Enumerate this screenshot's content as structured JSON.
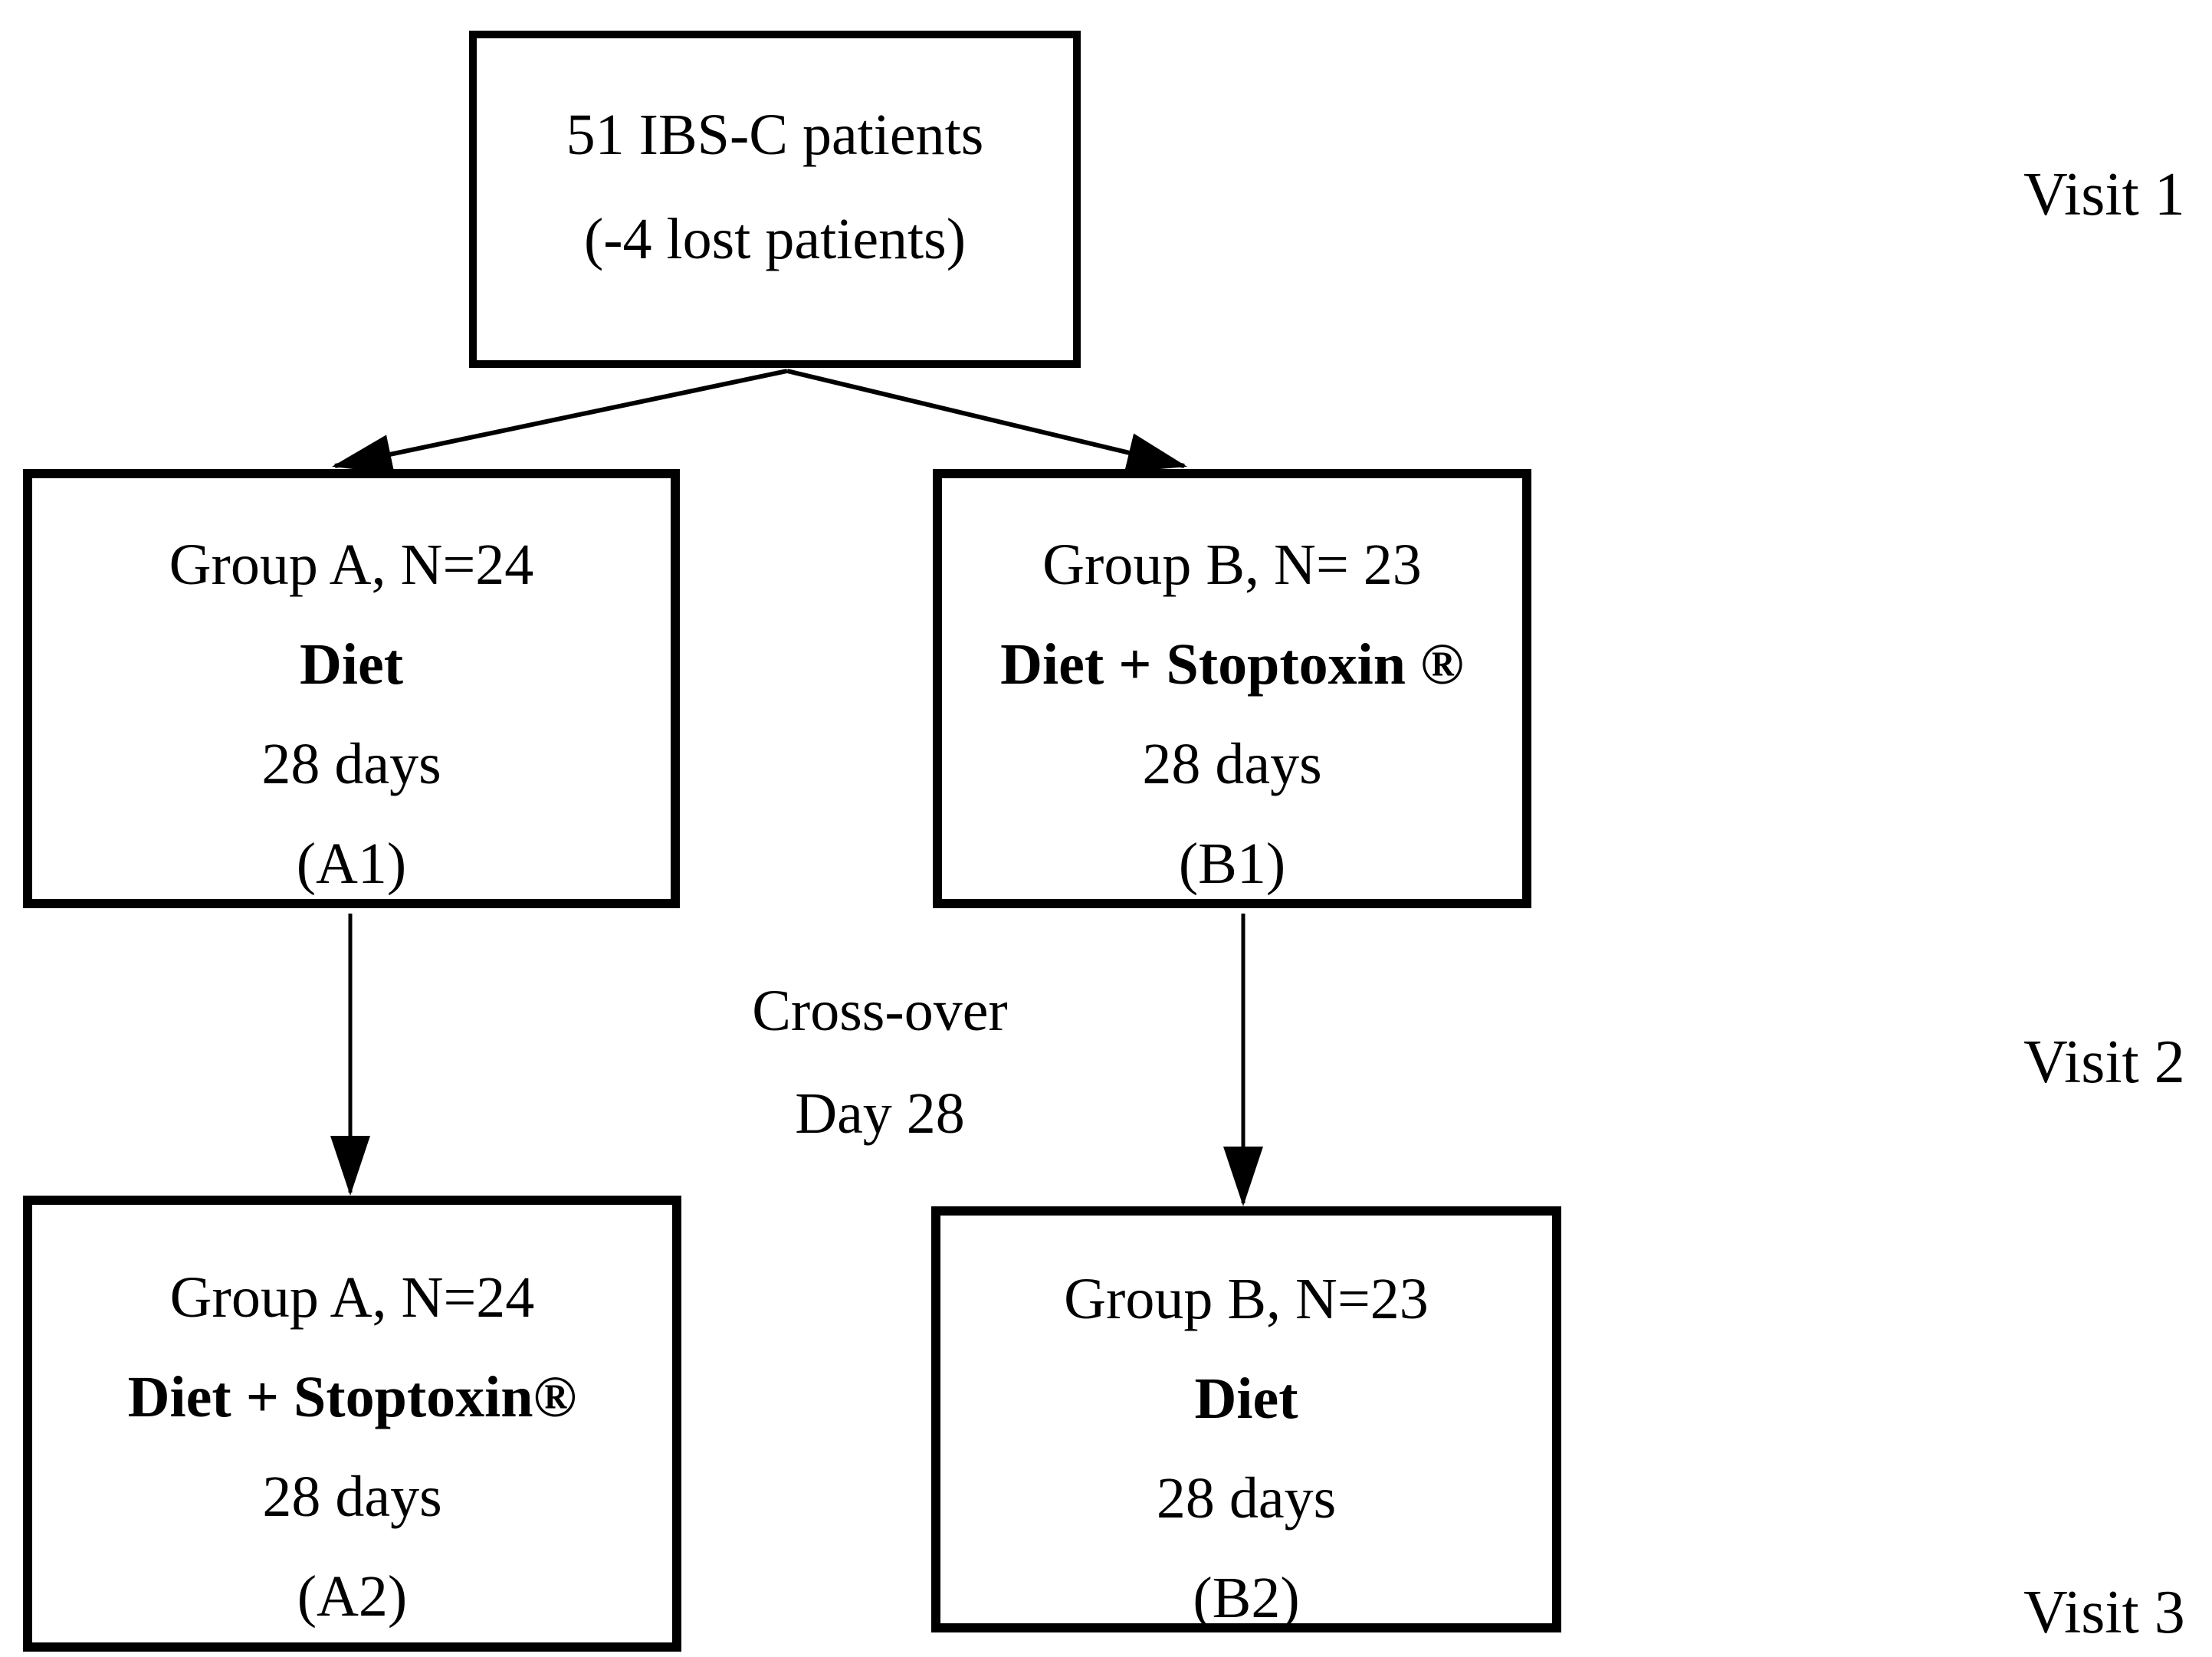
{
  "boxes": {
    "enrollment": {
      "line1": "51 IBS-C patients",
      "line2": "(-4 lost patients)"
    },
    "group_a1": {
      "group": "Group A, N=24",
      "treatment": "Diet",
      "duration": "28 days",
      "code": "(A1)"
    },
    "group_b1": {
      "group": "Group B, N= 23",
      "treatment": "Diet + Stoptoxin ®",
      "duration": "28 days",
      "code": "(B1)"
    },
    "group_a2": {
      "group": "Group A, N=24",
      "treatment": "Diet + Stoptoxin®",
      "duration": "28 days",
      "code": "(A2)"
    },
    "group_b2": {
      "group": "Group B, N=23",
      "treatment": "Diet",
      "duration": "28 days",
      "code": "(B2)"
    }
  },
  "crossover": {
    "line1": "Cross-over",
    "line2": "Day 28"
  },
  "visits": {
    "visit1": "Visit 1",
    "visit2": "Visit 2",
    "visit3": "Visit 3"
  },
  "colors": {
    "line": "#000000",
    "background": "#ffffff"
  }
}
